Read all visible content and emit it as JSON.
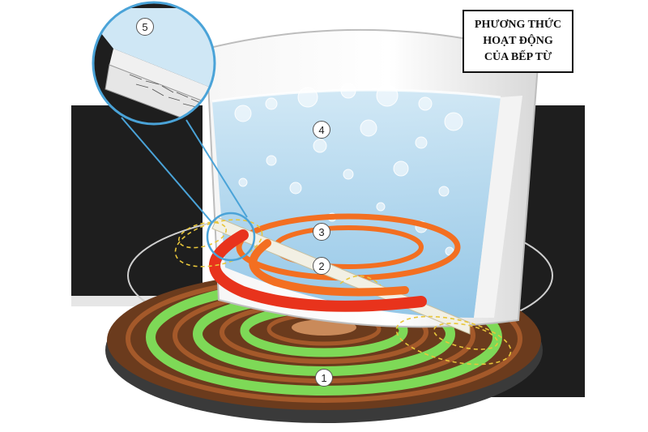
{
  "title": {
    "lines": [
      "PHƯƠNG THỨC",
      "HOẠT ĐỘNG",
      "CỦA BẾP TỪ"
    ]
  },
  "labels": {
    "coil": "1",
    "pan_base": "2",
    "heat": "3",
    "water": "4",
    "magnified_layer": "5"
  },
  "colors": {
    "cooktop": "#1e1e1e",
    "coil_copper": "#8a4a22",
    "coil_green": "#7ed957",
    "induced_red": "#e8331c",
    "induced_orange": "#f36f21",
    "water": "#a9d4ec",
    "pot": "#eeeeee",
    "field_lines": "#e8c63a",
    "magnifier_border": "#4aa3d8"
  }
}
